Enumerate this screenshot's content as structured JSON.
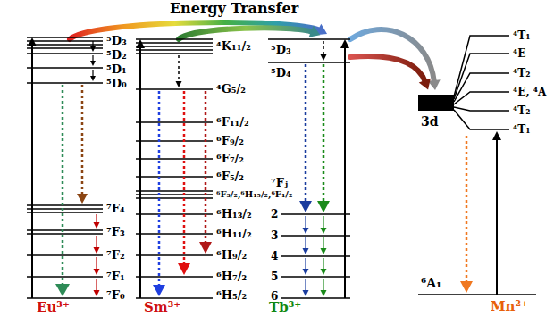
{
  "diagram": {
    "title": "Energy Transfer",
    "labels": [
      "⁵D₃",
      "⁵D₂",
      "⁵D₁",
      "⁵D₀",
      "⁷F₄",
      "⁷F₃",
      "⁷F₂",
      "⁷F₁",
      "⁷F₀",
      "Eu³⁺",
      "⁴K₁₁/₂",
      "⁴G₅/₂",
      "⁶F₁₁/₂",
      "⁶F₉/₂",
      "⁶F₇/₂",
      "⁶F₅/₂",
      "⁶F₃/₂,⁶H₁₅/₂,⁶F₁/₂",
      "⁶H₁₃/₂",
      "⁶H₁₁/₂",
      "⁶H₉/₂",
      "⁶H₇/₂",
      "⁶H₅/₂",
      "Sm³⁺",
      "⁵D₃",
      "⁵D₄",
      "⁷Fⱼ",
      "2",
      "3",
      "4",
      "5",
      "6",
      "Tb³⁺",
      "⁴T₁",
      "⁴E",
      "⁴T₂",
      "⁴E, ⁴A",
      "⁴T₂",
      "⁴T₁",
      "3d",
      "⁶A₁",
      "Mn²⁺"
    ]
  }
}
